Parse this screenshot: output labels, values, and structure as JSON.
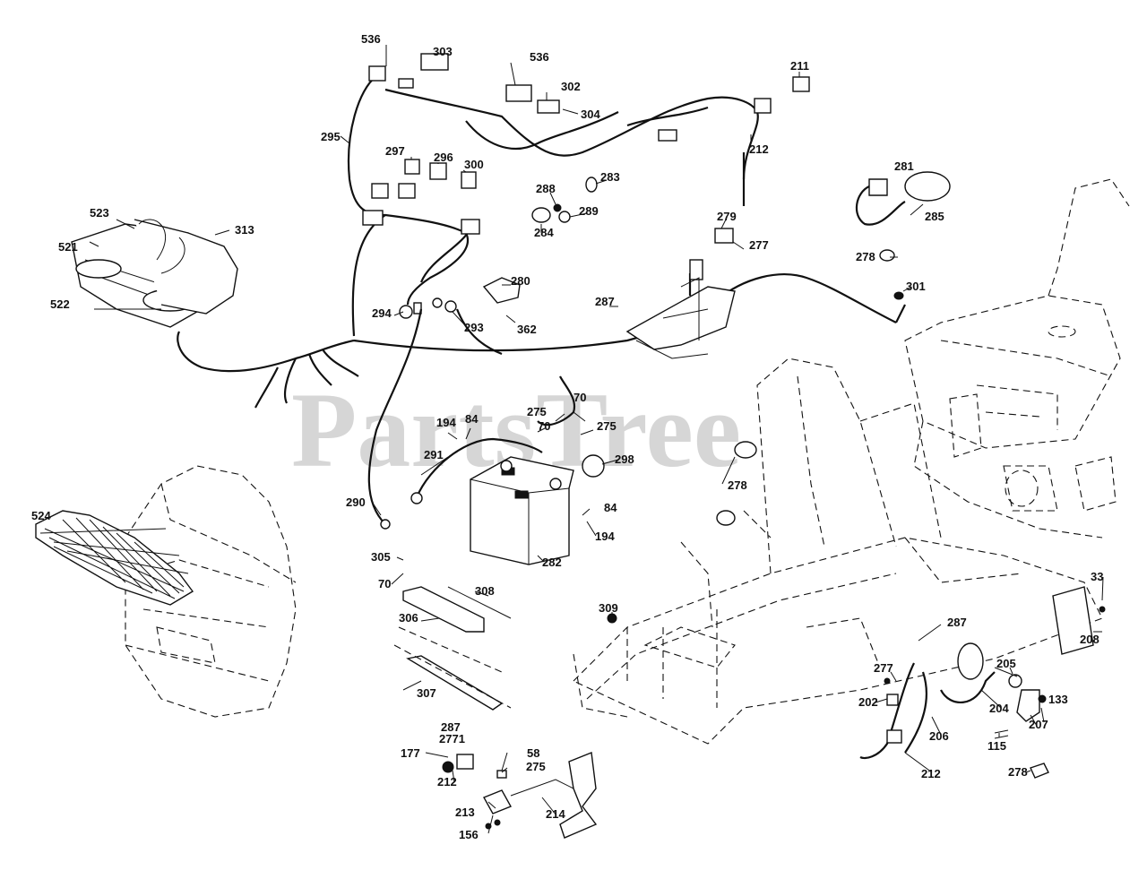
{
  "watermark": "PartsTree",
  "labels": {
    "l536a": "536",
    "l303": "303",
    "l536b": "536",
    "l302": "302",
    "l304": "304",
    "l211": "211",
    "l212a": "212",
    "l295": "295",
    "l297": "297",
    "l296": "296",
    "l300": "300",
    "l288": "288",
    "l283": "283",
    "l289": "289",
    "l284": "284",
    "l281": "281",
    "l285": "285",
    "l278a": "278",
    "l279": "279",
    "l277a": "277",
    "l301": "301",
    "l523": "523",
    "l313": "313",
    "l521": "521",
    "l522": "522",
    "l280": "280",
    "l287a": "287",
    "l294": "294",
    "l293": "293",
    "l362": "362",
    "l70a": "70",
    "l275a": "275",
    "l194a": "194",
    "l84a": "84",
    "l70b": "70",
    "l275b": "275",
    "l291": "291",
    "l298": "298",
    "l278b": "278",
    "l290": "290",
    "l84b": "84",
    "l194b": "194",
    "l524": "524",
    "l305": "305",
    "l70c": "70",
    "l282": "282",
    "l308": "308",
    "l306": "306",
    "l309": "309",
    "l307": "307",
    "l33": "33",
    "l208": "208",
    "l287b": "287",
    "l205": "205",
    "l277b": "277",
    "l202": "202",
    "l133": "133",
    "l204": "204",
    "l206": "206",
    "l207": "207",
    "l115": "115",
    "l212b": "212",
    "l278c": "278",
    "l287c": "287",
    "l277c": "2771",
    "l177": "177",
    "l212c": "212",
    "l58": "58",
    "l275c": "275",
    "l213": "213",
    "l214": "214",
    "l156": "156"
  }
}
